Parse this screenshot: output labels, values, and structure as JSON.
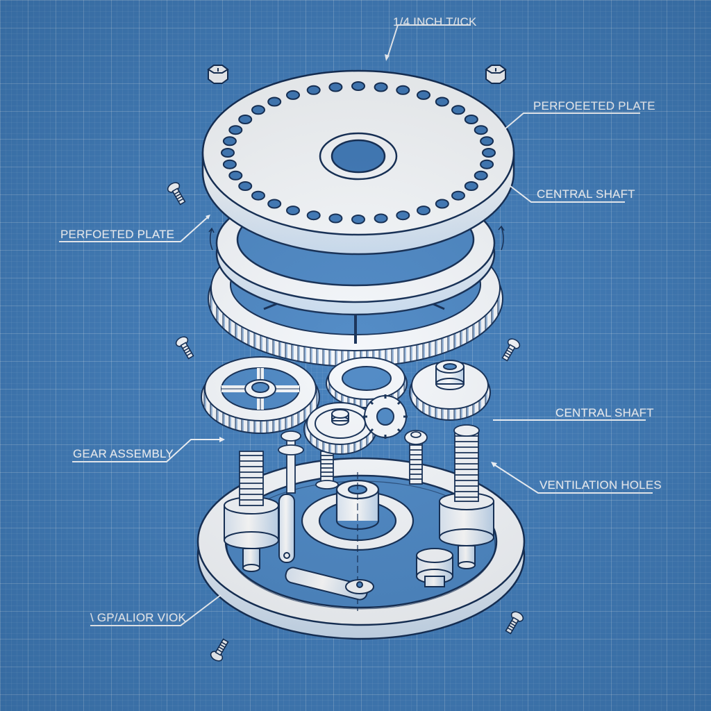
{
  "diagram": {
    "subject": "Exploded isometric view of a mechanical assembly (blueprint style)",
    "background_color": "#3f7cbb",
    "line_color": "#0f2a52",
    "part_fill": "#f4f7fb",
    "annotation_color": "#f4f8fd",
    "labels": [
      {
        "id": "top",
        "text": "1/4 INCH T/ICK"
      },
      {
        "id": "right-1",
        "text": "PERFOEETED PLATE"
      },
      {
        "id": "right-2",
        "text": "CENTRAL SHAFT"
      },
      {
        "id": "left-1",
        "text": "PERFOETED PLATE"
      },
      {
        "id": "right-3",
        "text": "CENTRAL SHAFT"
      },
      {
        "id": "left-2",
        "text": "GEAR ASSEMBLY"
      },
      {
        "id": "right-4",
        "text": "VENTILATION HOLES"
      },
      {
        "id": "left-3",
        "text": "\\ GP/ALIOR VIOK"
      }
    ],
    "parts": [
      {
        "name": "perforated-plate",
        "holes": 36,
        "center_hole": true
      },
      {
        "name": "ring-plate"
      },
      {
        "name": "large-ring-gear"
      },
      {
        "name": "spoked-gear"
      },
      {
        "name": "small-gears",
        "count": 4
      },
      {
        "name": "hub-gear"
      },
      {
        "name": "springs",
        "count": 4
      },
      {
        "name": "base-ring"
      },
      {
        "name": "central-shaft-boss"
      },
      {
        "name": "hex-nuts",
        "count": 2
      },
      {
        "name": "screws",
        "count": 6
      }
    ]
  }
}
